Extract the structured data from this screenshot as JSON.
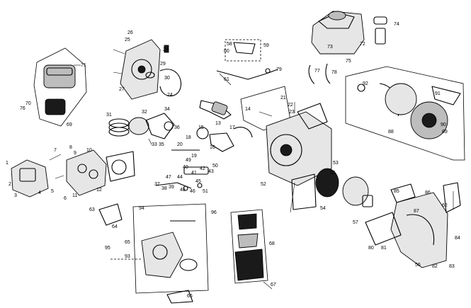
{
  "labels": [
    {
      "id": "c1",
      "text": "71"
    },
    {
      "id": "c2",
      "text": "70"
    },
    {
      "id": "c3",
      "text": "76"
    },
    {
      "id": "c4",
      "text": "69"
    },
    {
      "id": "c5",
      "text": "26"
    },
    {
      "id": "c6",
      "text": "25"
    },
    {
      "id": "c7",
      "text": "27"
    },
    {
      "id": "c8",
      "text": "28"
    },
    {
      "id": "c9",
      "text": "29"
    },
    {
      "id": "c10",
      "text": "30"
    },
    {
      "id": "c11",
      "text": "24"
    },
    {
      "id": "c12",
      "text": "31"
    },
    {
      "id": "c13",
      "text": "32"
    },
    {
      "id": "c14",
      "text": "33"
    },
    {
      "id": "c15",
      "text": "34"
    },
    {
      "id": "c16",
      "text": "35"
    },
    {
      "id": "c17",
      "text": "36"
    },
    {
      "id": "c18",
      "text": "13"
    },
    {
      "id": "c19",
      "text": "14"
    },
    {
      "id": "c20",
      "text": "15"
    },
    {
      "id": "c21",
      "text": "16"
    },
    {
      "id": "c22",
      "text": "17"
    },
    {
      "id": "c23",
      "text": "18"
    },
    {
      "id": "c24",
      "text": "19"
    },
    {
      "id": "c25",
      "text": "20"
    },
    {
      "id": "c26",
      "text": "21"
    },
    {
      "id": "c27",
      "text": "22"
    },
    {
      "id": "c28",
      "text": "23"
    },
    {
      "id": "c29",
      "text": "58"
    },
    {
      "id": "c30",
      "text": "59"
    },
    {
      "id": "c31",
      "text": "60"
    },
    {
      "id": "c32",
      "text": "61"
    },
    {
      "id": "c33",
      "text": "73"
    },
    {
      "id": "c34",
      "text": "74"
    },
    {
      "id": "c35",
      "text": "72"
    },
    {
      "id": "c36",
      "text": "75"
    },
    {
      "id": "c37",
      "text": "77"
    },
    {
      "id": "c38",
      "text": "78"
    },
    {
      "id": "c39",
      "text": "79"
    },
    {
      "id": "c40",
      "text": "52"
    },
    {
      "id": "c41",
      "text": "53"
    },
    {
      "id": "c42",
      "text": "54"
    },
    {
      "id": "c43",
      "text": "55"
    },
    {
      "id": "c44",
      "text": "1"
    },
    {
      "id": "c45",
      "text": "2"
    },
    {
      "id": "c46",
      "text": "3"
    },
    {
      "id": "c47",
      "text": "4"
    },
    {
      "id": "c48",
      "text": "5"
    },
    {
      "id": "c49",
      "text": "6"
    },
    {
      "id": "c50",
      "text": "7"
    },
    {
      "id": "c51",
      "text": "8"
    },
    {
      "id": "c52",
      "text": "9"
    },
    {
      "id": "c53",
      "text": "10"
    },
    {
      "id": "c54",
      "text": "11"
    },
    {
      "id": "c55",
      "text": "12"
    },
    {
      "id": "c56",
      "text": "37"
    },
    {
      "id": "c57",
      "text": "38"
    },
    {
      "id": "c58",
      "text": "39"
    },
    {
      "id": "c59",
      "text": "40"
    },
    {
      "id": "c60",
      "text": "41"
    },
    {
      "id": "c61",
      "text": "42"
    },
    {
      "id": "c62",
      "text": "43"
    },
    {
      "id": "c63",
      "text": "44"
    },
    {
      "id": "c64",
      "text": "45"
    },
    {
      "id": "c65",
      "text": "46"
    },
    {
      "id": "c66",
      "text": "47"
    },
    {
      "id": "c67",
      "text": "48"
    },
    {
      "id": "c68",
      "text": "49"
    },
    {
      "id": "c69",
      "text": "50"
    },
    {
      "id": "c70",
      "text": "51"
    },
    {
      "id": "c71",
      "text": "62"
    },
    {
      "id": "c72",
      "text": "63"
    },
    {
      "id": "c73",
      "text": "64"
    },
    {
      "id": "c74",
      "text": "65"
    },
    {
      "id": "c75",
      "text": "66"
    },
    {
      "id": "c76",
      "text": "67"
    },
    {
      "id": "c77",
      "text": "68"
    },
    {
      "id": "c78",
      "text": "56"
    },
    {
      "id": "c79",
      "text": "57"
    },
    {
      "id": "c80",
      "text": "80"
    },
    {
      "id": "c81",
      "text": "81"
    },
    {
      "id": "c82",
      "text": "82"
    },
    {
      "id": "c83",
      "text": "83"
    },
    {
      "id": "c84",
      "text": "84"
    },
    {
      "id": "c85",
      "text": "85"
    },
    {
      "id": "c86",
      "text": "86"
    },
    {
      "id": "c87",
      "text": "87"
    },
    {
      "id": "c88",
      "text": "88"
    },
    {
      "id": "c89",
      "text": "89"
    },
    {
      "id": "c90",
      "text": "90"
    },
    {
      "id": "c91",
      "text": "91"
    },
    {
      "id": "c92",
      "text": "92"
    },
    {
      "id": "c93",
      "text": "93"
    },
    {
      "id": "c94",
      "text": "94"
    },
    {
      "id": "c95",
      "text": "95"
    },
    {
      "id": "c96",
      "text": "96"
    }
  ]
}
